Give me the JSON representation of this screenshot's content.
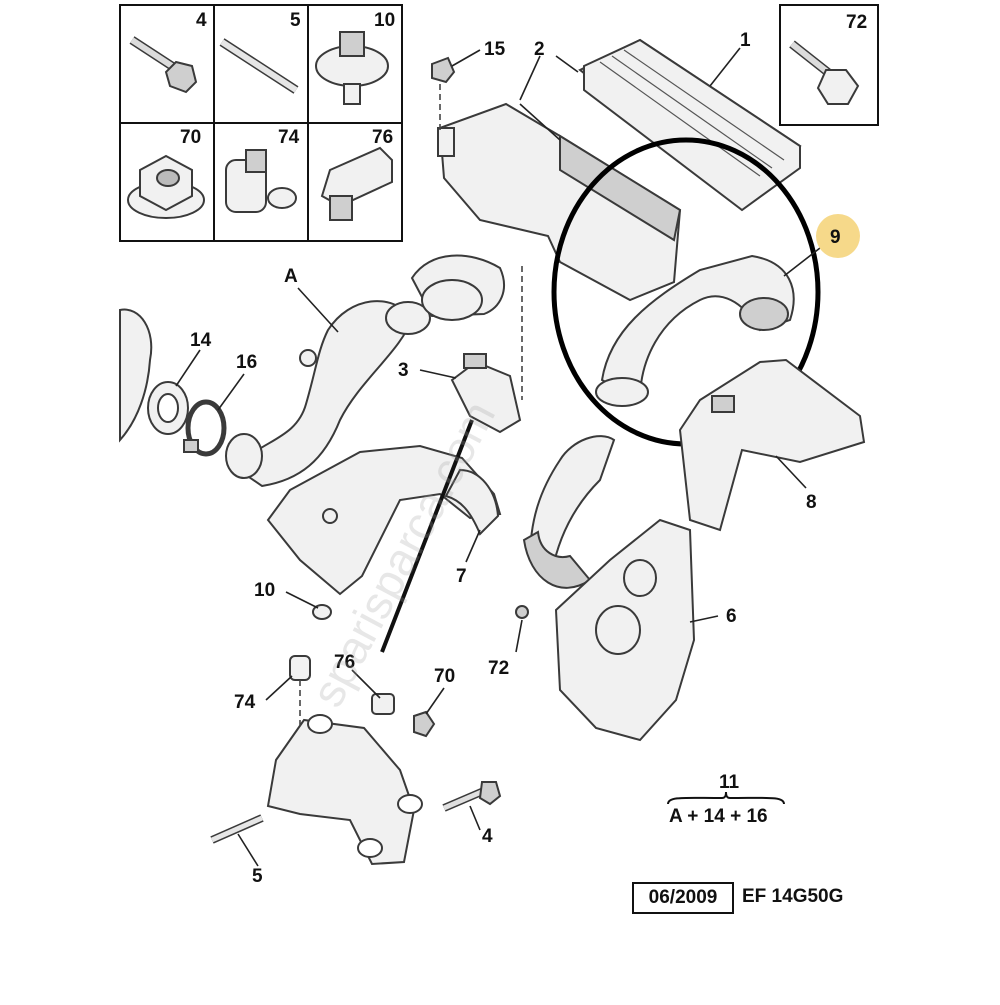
{
  "callouts": {
    "c4_box": "4",
    "c5_box": "5",
    "c10_box": "10",
    "c72_box": "72",
    "c70_box": "70",
    "c74_box": "74",
    "c76_box": "76",
    "c15": "15",
    "c2": "2",
    "c1": "1",
    "c9": "9",
    "cA": "A",
    "c14": "14",
    "c16": "16",
    "c3": "3",
    "c8": "8",
    "c7": "7",
    "c6": "6",
    "c10": "10",
    "c72": "72",
    "c76": "76",
    "c70": "70",
    "c74": "74",
    "c4": "4",
    "c5": "5"
  },
  "kit": {
    "number": "11",
    "contents": "A + 14 + 16"
  },
  "footer": {
    "date": "06/2009",
    "ref": "EF 14G50G"
  },
  "watermark": "sparisparca.com",
  "colors": {
    "highlight_badge": "#f6d98a",
    "circle": "#000000",
    "part_fill": "#f1f1f1"
  }
}
